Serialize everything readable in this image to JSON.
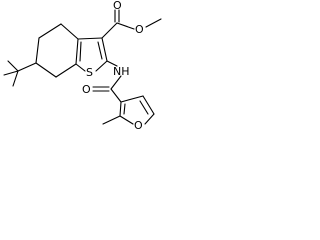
{
  "molecule": {
    "atom_labels": {
      "ester_carbonyl_o": "O",
      "ester_o": "O",
      "thiophene_s": "S",
      "nh": "NH",
      "amide_o": "O",
      "furan_o": "O"
    },
    "colors": {
      "ink": "#000000",
      "background": "#ffffff"
    }
  }
}
